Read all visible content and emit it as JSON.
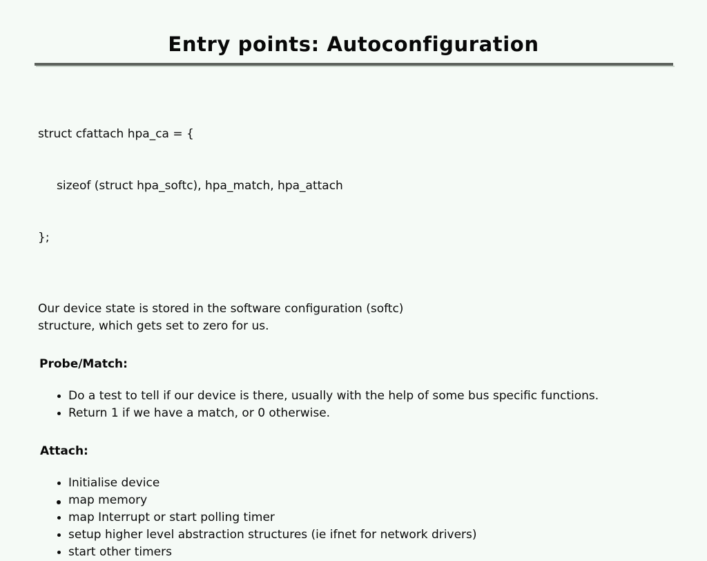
{
  "slide": {
    "title": "Entry points: Autoconfiguration",
    "divider_color": "#5c615c",
    "background_color": "#f5faf6",
    "text_color": "#0a0a0a",
    "code": {
      "lines": [
        "struct cfattach hpa_ca = {",
        "     sizeof (struct hpa_softc), hpa_match, hpa_attach",
        "};"
      ]
    },
    "paragraph": {
      "lines": [
        "Our device state is stored in the software configuration (softc)",
        "structure, which gets set to zero for us."
      ]
    },
    "sections": [
      {
        "heading": "Probe/Match:",
        "bullets": [
          "Do a test to tell if our device is there, usually with the help of some bus specific functions.",
          "Return 1 if we have a match, or 0 otherwise."
        ]
      },
      {
        "heading": "Attach:",
        "bullets": [
          "Initialise device",
          "map memory",
          "map Interrupt or start polling timer",
          "setup higher level abstraction structures (ie ifnet for network drivers)",
          "start other timers"
        ]
      }
    ]
  }
}
